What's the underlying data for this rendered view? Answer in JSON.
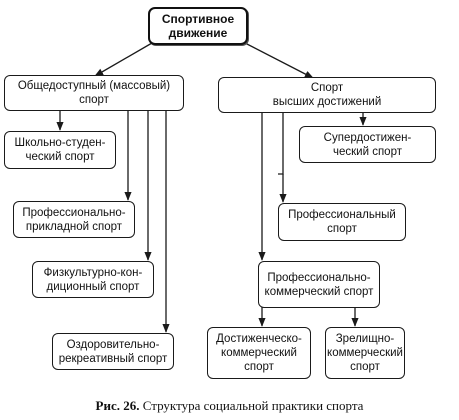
{
  "diagram": {
    "root": "Спортивное\nдвижение",
    "left_branch": {
      "title": "Общедоступный (массовый)\nспорт",
      "items": [
        "Школьно-студен-\nческий спорт",
        "Профессионально-\nприкладной спорт",
        "Физкультурно-кон-\nдиционный спорт",
        "Оздоровительно-\nрекреативный спорт"
      ]
    },
    "right_branch": {
      "title": "Спорт\nвысших достижений",
      "items": [
        "Супердостижен-\nческий спорт",
        "Профессиональный\nспорт",
        "Профессионально-\nкоммерческий спорт"
      ],
      "sub_items": [
        "Достиженческо-\nкоммерческий\nспорт",
        "Зрелищно-\nкоммерческий\nспорт"
      ]
    }
  },
  "caption": {
    "number": "Рис. 26.",
    "text": "Структура социальной практики спорта"
  },
  "colors": {
    "line": "#1a1a1a",
    "box_border": "#1a1a1a",
    "background": "#ffffff"
  }
}
